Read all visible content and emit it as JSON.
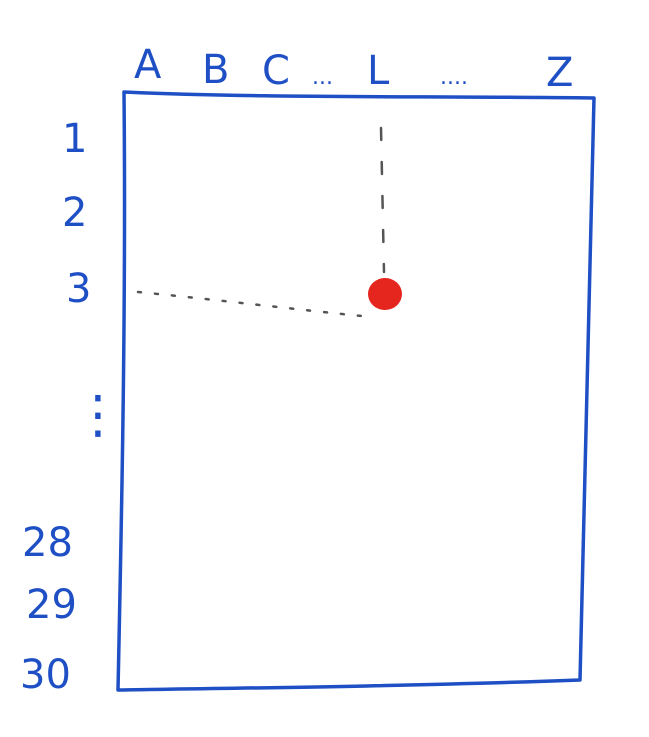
{
  "diagram": {
    "column_labels": [
      "A",
      "B",
      "C",
      "...",
      "L",
      "....",
      "Z"
    ],
    "row_labels": [
      "1",
      "2",
      "3",
      "⋮",
      "28",
      "29",
      "30"
    ],
    "colors": {
      "ink": "#1f4fc4",
      "guide": "#555555",
      "marker": "#e5261f"
    }
  }
}
